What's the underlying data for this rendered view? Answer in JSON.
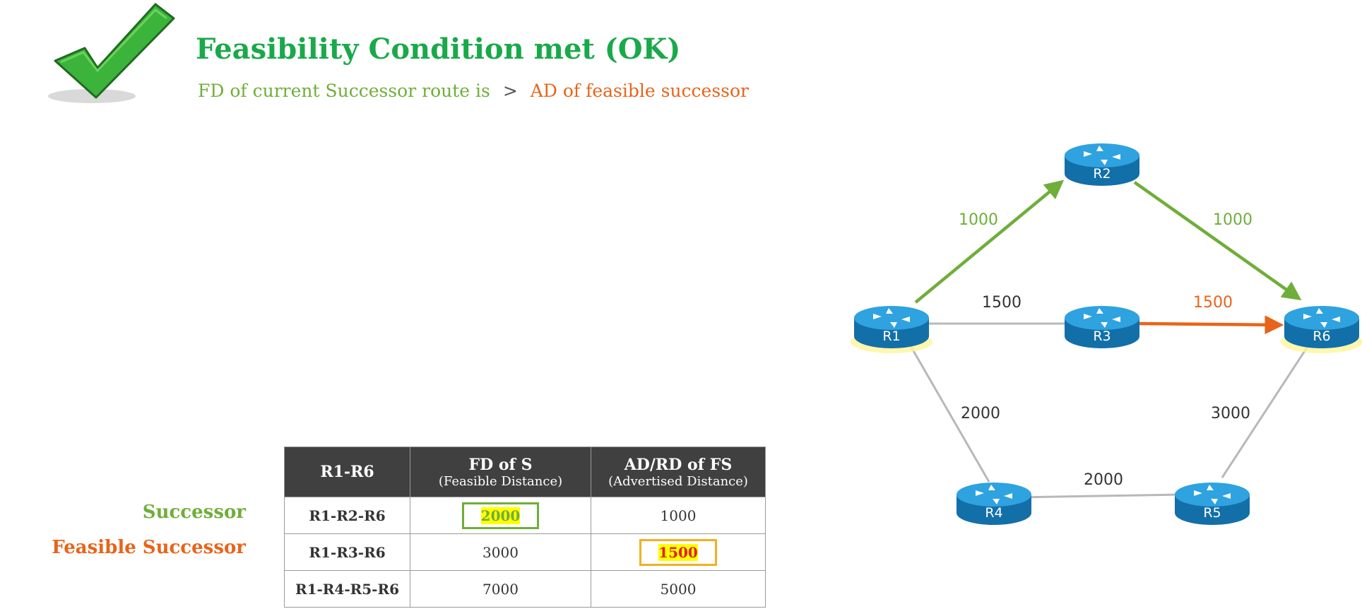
{
  "header": {
    "title": "Feasibility Condition met (OK)",
    "subtitle_left": "FD of current Successor route is",
    "subtitle_op": ">",
    "subtitle_right": "AD of feasible successor"
  },
  "row_labels": {
    "successor": "Successor",
    "feasible_successor": "Feasible Successor"
  },
  "table": {
    "headers": [
      {
        "main": "R1-R6",
        "sub": ""
      },
      {
        "main": "FD of S",
        "sub": "(Feasible Distance)"
      },
      {
        "main": "AD/RD of FS",
        "sub": "(Advertised Distance)"
      }
    ],
    "rows": [
      {
        "route": "R1-R2-R6",
        "fd": "2000",
        "ad": "1000"
      },
      {
        "route": "R1-R3-R6",
        "fd": "3000",
        "ad": "1500"
      },
      {
        "route": "R1-R4-R5-R6",
        "fd": "7000",
        "ad": "5000"
      }
    ]
  },
  "topology": {
    "routers": [
      "R1",
      "R2",
      "R3",
      "R4",
      "R5",
      "R6"
    ],
    "links": [
      {
        "from": "R1",
        "to": "R2",
        "metric": "1000",
        "role": "successor"
      },
      {
        "from": "R2",
        "to": "R6",
        "metric": "1000",
        "role": "successor"
      },
      {
        "from": "R1",
        "to": "R3",
        "metric": "1500",
        "role": "normal"
      },
      {
        "from": "R3",
        "to": "R6",
        "metric": "1500",
        "role": "feasible-successor"
      },
      {
        "from": "R1",
        "to": "R4",
        "metric": "2000",
        "role": "normal"
      },
      {
        "from": "R4",
        "to": "R5",
        "metric": "2000",
        "role": "normal"
      },
      {
        "from": "R5",
        "to": "R6",
        "metric": "3000",
        "role": "normal"
      }
    ],
    "colors": {
      "successor": "#6fae3a",
      "feasible_successor": "#e8641a",
      "normal": "#b8b8b8",
      "router": "#1b8fd0"
    }
  }
}
